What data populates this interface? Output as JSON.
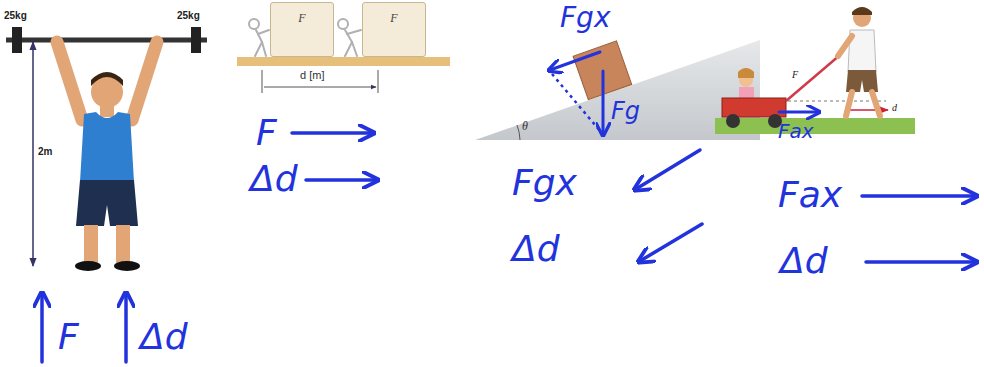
{
  "diagram": {
    "nodes": [
      {
        "text": [
          "F"
        ]
      },
      {
        "text": [
          "F"
        ]
      }
    ],
    "labels": [
      "25kg",
      "25kg",
      "2m",
      "d [m]",
      "Fgx",
      "Fg",
      "θ",
      "F",
      "d",
      "Fax",
      "F",
      "Δd",
      "Fgx",
      "Δd",
      "Fax",
      "Δd",
      "F",
      "Δd"
    ]
  }
}
